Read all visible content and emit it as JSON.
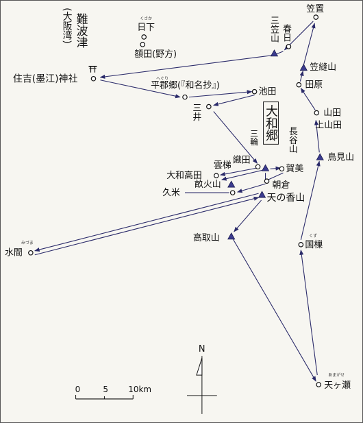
{
  "place_labels": {
    "naniwazu": "難波津",
    "osaka_bay": "(大阪湾)",
    "kusaka": "日下",
    "kusaka_ruby": "くさか",
    "nukata": "額田(野方)",
    "sumiyoshi": "住吉(墨江)神社",
    "hegurigo": "平郡郷(『和名抄』)",
    "hegurigo_ruby": "へぐり",
    "ikeda": "池田",
    "sannai": "三井",
    "yamato_go": "大和郷",
    "miwa": "三輪",
    "hasedani": "長谷山",
    "unagi": "雲梯",
    "oda": "織田",
    "kamo": "賀美",
    "yamato_takada": "大和高田",
    "unebi": "畝火山",
    "asakura": "朝倉",
    "kume": "久米",
    "kagu": "天の香山",
    "takatori": "高取山",
    "mizuma": "水間",
    "mizuma_ruby": "みづま",
    "kasaoki": "笠置",
    "kasuga": "春日",
    "mikasa": "三笠山",
    "kasanui": "笠縫山",
    "tawara": "田原",
    "yamada": "山田",
    "kamiyamada": "上山田",
    "torimi": "鳥見山",
    "kuzu": "国樔",
    "kuzu_ruby": "くず",
    "amagase": "天ヶ瀬",
    "amagase_ruby": "あまがせ"
  },
  "icons": {
    "shrine": "torii-icon",
    "mountain": "mountain-triangle-icon",
    "settlement": "circle-marker-icon"
  },
  "compass": {
    "north_label": "N"
  },
  "scale_bar": {
    "tick_0": "0",
    "tick_5": "5",
    "tick_10": "10km"
  },
  "colors": {
    "route": "#2b2b6a",
    "mountain": "#3b3b8e"
  }
}
